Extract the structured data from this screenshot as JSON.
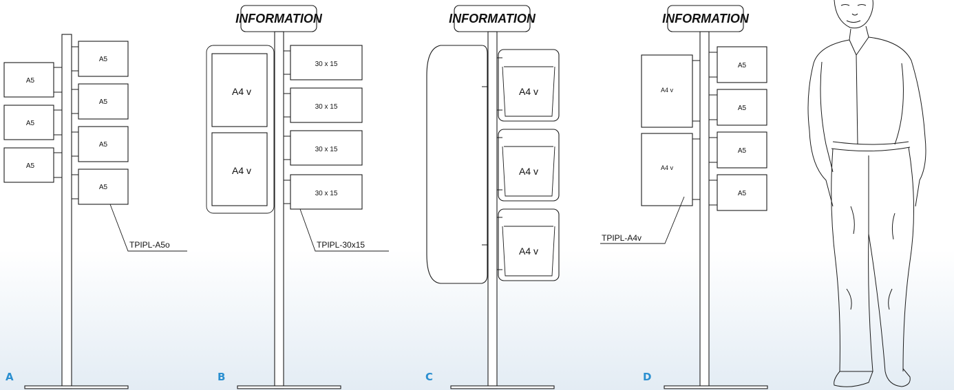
{
  "stand_a": {
    "letter": "A",
    "left_labels": [
      "A5",
      "A5",
      "A5"
    ],
    "right_labels": [
      "A5",
      "A5",
      "A5",
      "A5"
    ],
    "part_code": "TPIPL-A5o"
  },
  "stand_b": {
    "letter": "B",
    "sign": "INFORMATION",
    "left_labels": [
      "A4 v",
      "A4 v"
    ],
    "right_labels": [
      "30 x 15",
      "30 x 15",
      "30 x 15",
      "30 x 15"
    ],
    "part_code": "TPIPL-30x15"
  },
  "stand_c": {
    "letter": "C",
    "sign": "INFORMATION",
    "labels": [
      "A4 v",
      "A4 v",
      "A4 v"
    ]
  },
  "stand_d": {
    "letter": "D",
    "sign": "INFORMATION",
    "left_labels": [
      "A4 v",
      "A4 v"
    ],
    "right_labels": [
      "A5",
      "A5",
      "A5",
      "A5"
    ],
    "part_code": "TPIPL-A4v"
  },
  "colors": {
    "letter_accent": "#2a8fd0",
    "line": "#1a1a1a",
    "floor_tint": "#e3ecf4"
  }
}
